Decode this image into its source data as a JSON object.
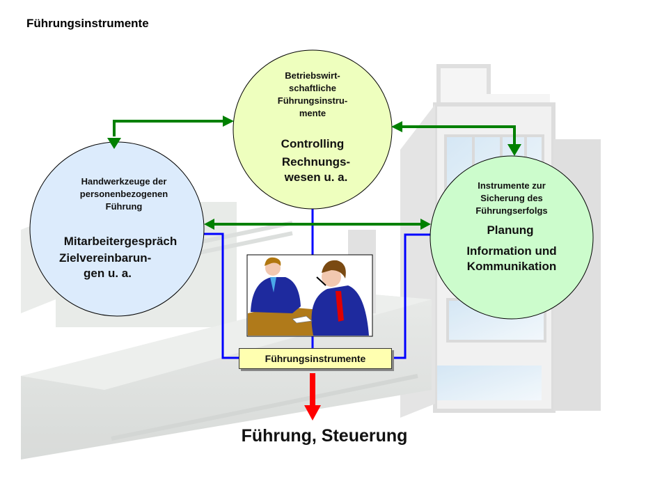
{
  "page_title": "Führungsinstrumente",
  "colors": {
    "circle_center_fill": "#eeffbe",
    "circle_left_fill": "#dcebfc",
    "circle_right_fill": "#ccfccc",
    "arrow_green": "#008000",
    "connector_blue": "#0000ff",
    "arrow_red": "#ff0000",
    "label_box_fill": "#ffffb0"
  },
  "circles": {
    "center": {
      "heading": [
        "Betriebswirt-",
        "schaftliche",
        "Führungsinstru-",
        "mente"
      ],
      "items": [
        "Controlling",
        "Rechnungs-",
        "wesen u. a."
      ]
    },
    "left": {
      "heading": [
        "Handwerkzeuge der",
        "personenbezogenen",
        "Führung"
      ],
      "items": [
        "Mitarbeitergespräch",
        "Zielvereinbarun-",
        "gen u. a."
      ]
    },
    "right": {
      "heading": [
        "Instrumente zur",
        "Sicherung des",
        "Führungserfolgs"
      ],
      "items": [
        "Planung",
        "Information und",
        "Kommunikation"
      ]
    }
  },
  "center_image": {
    "description": "two-businessmen-meeting-illustration"
  },
  "label_box": "Führungsinstrumente",
  "result_label": "Führung, Steuerung"
}
